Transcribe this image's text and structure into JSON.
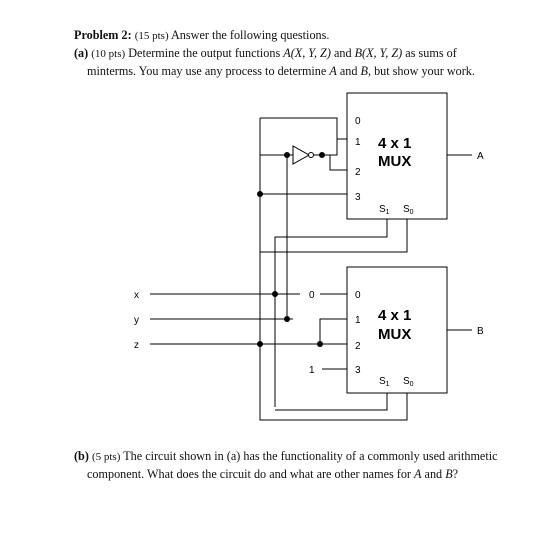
{
  "problem": {
    "title": "Problem 2:",
    "points": "(15 pts)",
    "instruction": "Answer the following questions."
  },
  "part_a": {
    "label": "(a)",
    "points": "(10 pts)",
    "line1_pre": "Determine the output functions ",
    "func_a": "A(X, Y, Z)",
    "and_word": " and ",
    "func_b": "B(X, Y, Z)",
    "line1_post": " as sums of",
    "line2_pre": "minterms. You may use any process to determine ",
    "var_a": "A",
    "line2_mid": " and ",
    "var_b": "B",
    "line2_post": ", but show your work."
  },
  "part_b": {
    "label": "(b)",
    "points": "(5 pts)",
    "line1": "The circuit shown in (a) has the functionality of a commonly used arithmetic",
    "line2_pre": "component. What does the circuit do and what are other names for ",
    "var_a": "A",
    "line2_mid": " and ",
    "var_b": "B",
    "line2_post": "?"
  },
  "circuit": {
    "mux_top": {
      "title_line1": "4 x 1",
      "title_line2": "MUX",
      "inputs": [
        "0",
        "1",
        "2",
        "3"
      ],
      "select_s1": "S",
      "select_s1_sub": "1",
      "select_s0": "S",
      "select_s0_sub": "0",
      "output": "A"
    },
    "mux_bottom": {
      "title_line1": "4 x 1",
      "title_line2": "MUX",
      "inputs": [
        "0",
        "1",
        "2",
        "3"
      ],
      "select_s1": "S",
      "select_s1_sub": "1",
      "select_s0": "S",
      "select_s0_sub": "0",
      "output": "B"
    },
    "input_labels": [
      "x",
      "y",
      "z"
    ],
    "const_zero": "0",
    "const_one": "1"
  }
}
